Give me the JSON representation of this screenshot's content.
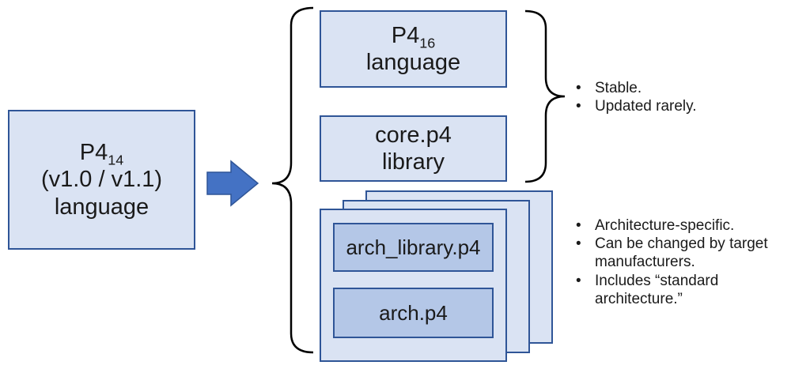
{
  "p4_14_box": {
    "name": "P4",
    "sub": "14",
    "line2": "(v1.0 / v1.1)",
    "line3": "language"
  },
  "p4_16_box": {
    "name": "P4",
    "sub": "16",
    "line2": "language"
  },
  "core_box": {
    "line1": "core.p4",
    "line2": "library"
  },
  "arch_library_box": {
    "label": "arch_library.p4"
  },
  "arch_box": {
    "label": "arch.p4"
  },
  "stable_notes": [
    "Stable.",
    "Updated rarely."
  ],
  "arch_notes": [
    "Architecture-specific.",
    "Can be changed by target manufacturers.",
    "Includes “standard architecture.”"
  ],
  "colors": {
    "box_fill": "#dae3f3",
    "inner_box_fill": "#b4c7e7",
    "border": "#2f5597",
    "arrow_fill": "#4472c4"
  }
}
